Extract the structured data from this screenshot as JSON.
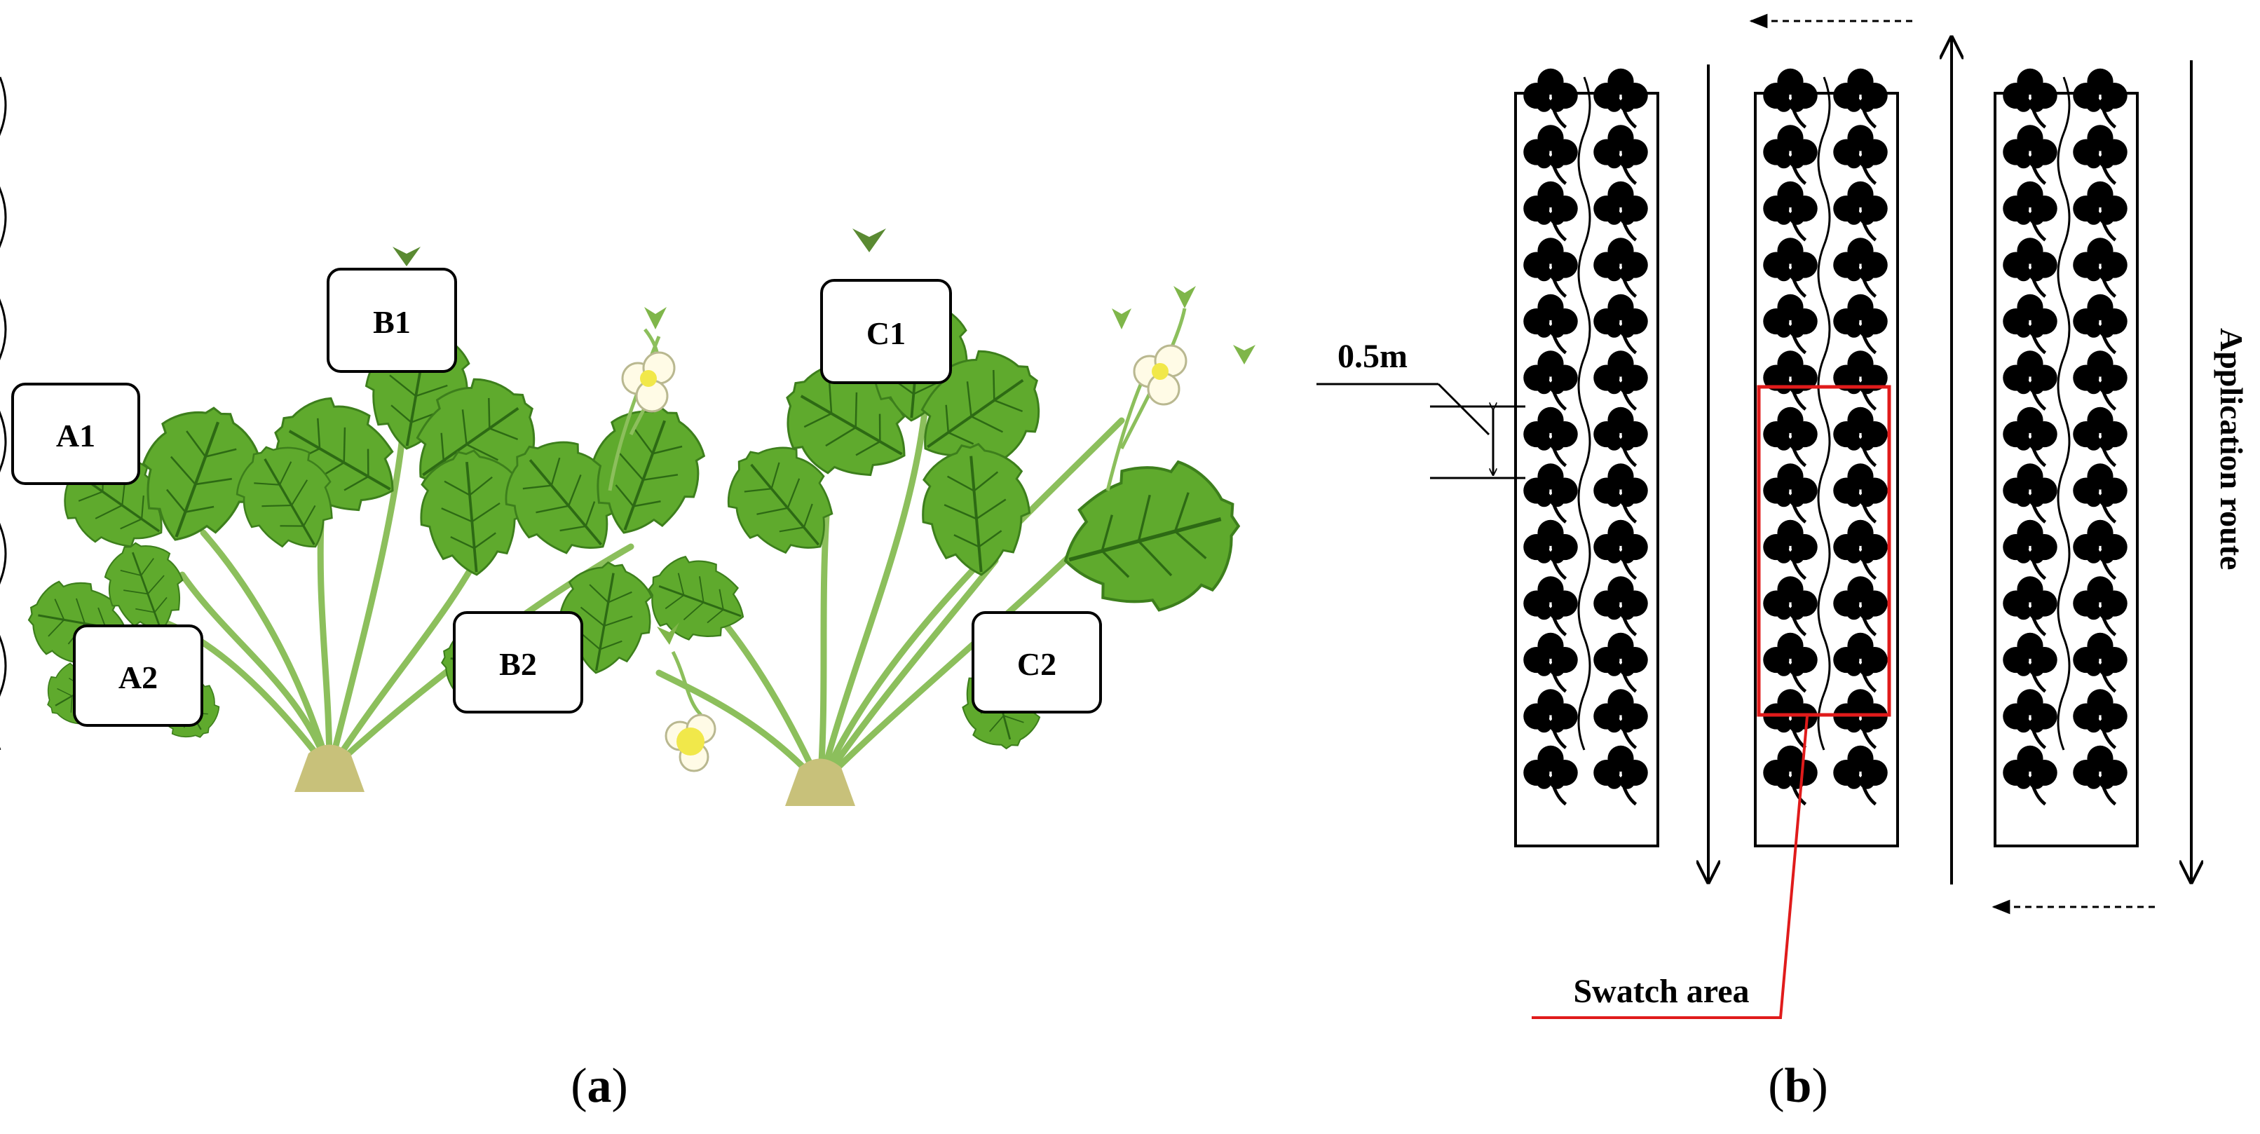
{
  "panel_a": {
    "caption": "a",
    "labels": {
      "a1": "A1",
      "a2": "A2",
      "b1": "B1",
      "b2": "B2",
      "c1": "C1",
      "c2": "C2"
    }
  },
  "panel_b": {
    "caption": "b",
    "spacing_label": "0.5m",
    "route_label": "Application route",
    "swatch_label": "Swatch area",
    "colors": {
      "swatch": "#e01b1b",
      "leaf": "#000000",
      "foliage": "#5faa2d"
    }
  }
}
